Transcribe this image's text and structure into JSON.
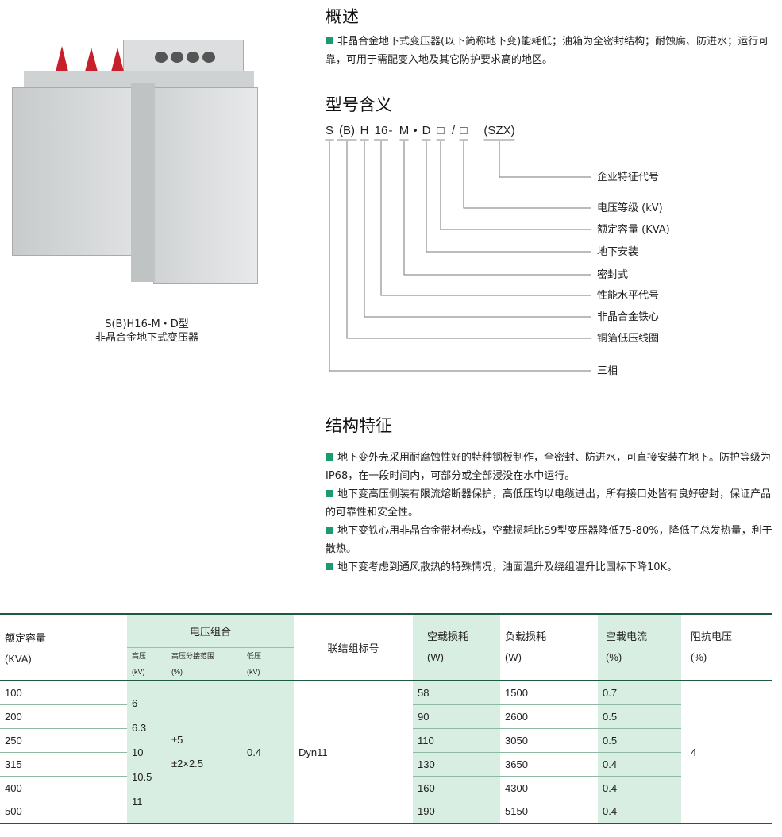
{
  "product": {
    "caption_model": "S(B)H16-M・D型",
    "caption_name": "非晶合金地下式变压器"
  },
  "overview": {
    "title": "概述",
    "text": "非晶合金地下式变压器(以下简称地下变)能耗低；油箱为全密封结构；耐蚀腐、防进水；运行可靠，可用于需配变入地及其它防护要求高的地区。"
  },
  "model": {
    "title": "型号含义",
    "codes": [
      "S",
      "(B)",
      "H",
      "16",
      "-",
      "M",
      "•",
      "D",
      "□",
      "/",
      "□",
      "(SZX)"
    ],
    "labels": [
      "企业特征代号",
      "电压等级 (kV)",
      "额定容量 (KVA)",
      "地下安装",
      "密封式",
      "性能水平代号",
      "非晶合金铁心",
      "铜箔低压线圈",
      "三相"
    ]
  },
  "structure": {
    "title": "结构特征",
    "items": [
      "地下变外壳采用耐腐蚀性好的特种钢板制作，全密封、防进水，可直接安装在地下。防护等级为IP68，在一段时间内，可部分或全部浸没在水中运行。",
      "地下变高压侧装有限流熔断器保护，高低压均以电缆进出，所有接口处皆有良好密封，保证产品的可靠性和安全性。",
      "地下变铁心用非晶合金带材卷成，空载损耗比S9型变压器降低75-80%，降低了总发热量，利于散热。",
      "地下变考虑到通风散热的特殊情况，油面温升及绕组温升比国标下降10K。"
    ]
  },
  "table": {
    "h_capacity": "额定容量",
    "h_capacity_unit": "(KVA)",
    "h_voltage": "电压组合",
    "h_hv": "高压",
    "h_hv_unit": "(kV)",
    "h_tap": "高压分接范围",
    "h_tap_unit": "(%)",
    "h_lv": "低压",
    "h_lv_unit": "(kV)",
    "h_conn": "联结组标号",
    "h_noload": "空载损耗",
    "h_noload_unit": "(W)",
    "h_load": "负载损耗",
    "h_load_unit": "(W)",
    "h_current": "空载电流",
    "h_current_unit": "(%)",
    "h_imp": "阻抗电压",
    "h_imp_unit": "(%)",
    "hv_values": [
      "6",
      "6.3",
      "10",
      "10.5",
      "11"
    ],
    "tap_values": [
      "±5",
      "±2×2.5"
    ],
    "lv": "0.4",
    "conn": "Dyn11",
    "imp": "4",
    "rows": [
      {
        "cap": "100",
        "noload": "58",
        "load": "1500",
        "current": "0.7"
      },
      {
        "cap": "200",
        "noload": "90",
        "load": "2600",
        "current": "0.5"
      },
      {
        "cap": "250",
        "noload": "110",
        "load": "3050",
        "current": "0.5"
      },
      {
        "cap": "315",
        "noload": "130",
        "load": "3650",
        "current": "0.4"
      },
      {
        "cap": "400",
        "noload": "160",
        "load": "4300",
        "current": "0.4"
      },
      {
        "cap": "500",
        "noload": "190",
        "load": "5150",
        "current": "0.4"
      }
    ]
  },
  "colors": {
    "accent": "#1b9a6c",
    "cell": "#d9eee2",
    "rule": "#1f5a3f"
  }
}
